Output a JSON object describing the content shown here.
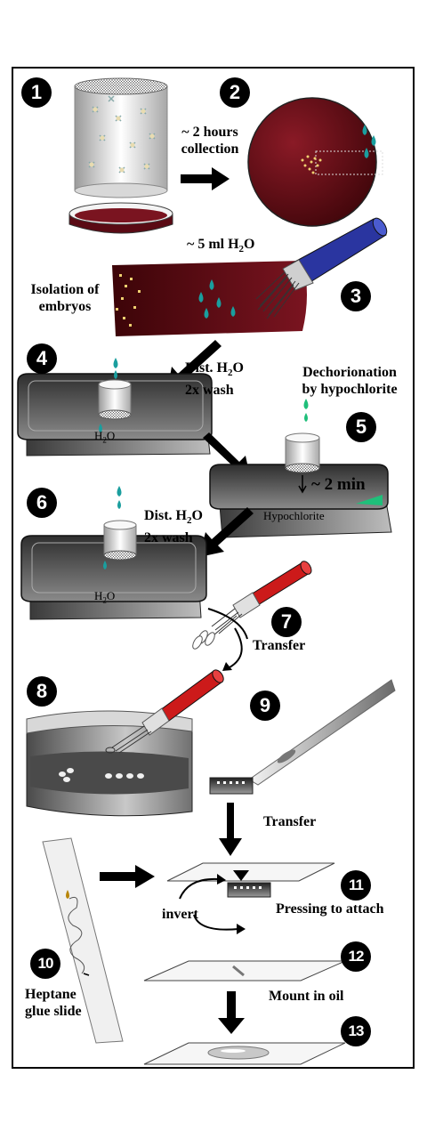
{
  "steps": {
    "s1": {
      "num": "1"
    },
    "s2": {
      "num": "2",
      "label_line1": "~ 2 hours",
      "label_line2": "collection"
    },
    "s3": {
      "num": "3",
      "volume_prefix": "~ 5 ml H",
      "volume_sub": "2",
      "volume_suffix": "O",
      "label_line1": "Isolation of",
      "label_line2": "embryos"
    },
    "s4": {
      "num": "4",
      "label_line1_prefix": "Dist. H",
      "label_line1_sub": "2",
      "label_line1_suffix": "O",
      "label_line2": "2x wash",
      "dish_prefix": "H",
      "dish_sub": "2",
      "dish_suffix": "O"
    },
    "s5": {
      "num": "5",
      "label_line1": "Dechorionation",
      "label_line2": "by hypochlorite",
      "timer": "~ 2 min",
      "dish": "Hypochlorite"
    },
    "s6": {
      "num": "6",
      "label_line1_prefix": "Dist. H",
      "label_line1_sub": "2",
      "label_line1_suffix": "O",
      "label_line2": "2x wash",
      "dish_prefix": "H",
      "dish_sub": "2",
      "dish_suffix": "O"
    },
    "s7": {
      "num": "7",
      "label": "Transfer"
    },
    "s8": {
      "num": "8"
    },
    "s9": {
      "num": "9",
      "label": "Transfer"
    },
    "s10": {
      "num": "10",
      "label_line1": "Heptane",
      "label_line2": "glue slide"
    },
    "s11": {
      "num": "11",
      "label": "Pressing to attach",
      "invert_label": "invert"
    },
    "s12": {
      "num": "12",
      "label": "Mount in oil"
    },
    "s13": {
      "num": "13"
    }
  },
  "colors": {
    "plate": "#5a0a14",
    "brush_blue": "#2a35a0",
    "pipette_red": "#cc1a1a",
    "droplet": "#1a9e9e",
    "hypochlorite": "#1fbf7a",
    "glue": "#b8860b"
  }
}
